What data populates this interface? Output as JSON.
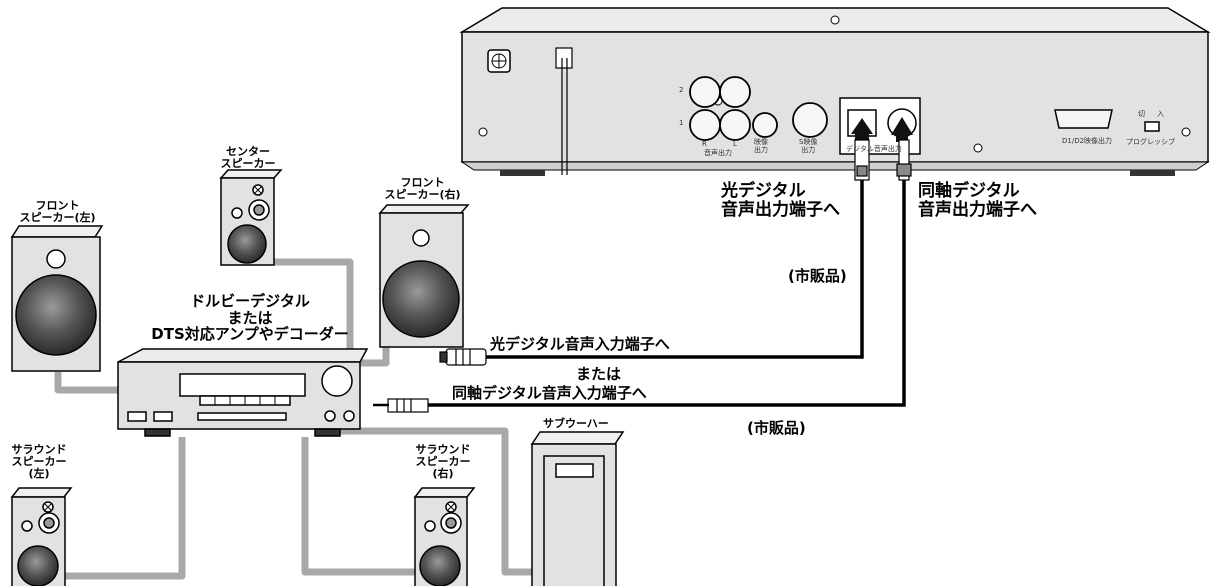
{
  "player": {
    "jacks": {
      "audio_ch_1": "1",
      "audio_ch_2": "2",
      "audio_r": "R",
      "audio_l": "L",
      "audio_out": "音声出力",
      "video_out": [
        "映像",
        "出力"
      ],
      "s_video_out": [
        "S映像",
        "出力"
      ],
      "digital_out": "デジタル音声出力",
      "d1d2_out": "D1/D2映像出力",
      "progressive": "プログレッシブ",
      "switch_off": "切",
      "switch_on": "入"
    }
  },
  "labels": {
    "optical_output": [
      "光デジタル",
      "音声出力端子へ"
    ],
    "coaxial_output": [
      "同軸デジタル",
      "音声出力端子へ"
    ],
    "retail_cable_top": "(市販品)",
    "retail_cable_bottom": "(市販品)",
    "optical_input": "光デジタル音声入力端子へ",
    "or_text": "または",
    "coaxial_input": "同軸デジタル音声入力端子へ",
    "amp": [
      "ドルビーデジタル",
      "または",
      "DTS対応アンプやデコーダー"
    ]
  },
  "speakers": {
    "center": [
      "センター",
      "スピーカー"
    ],
    "front_left": [
      "フロント",
      "スピーカー(左)"
    ],
    "front_right": [
      "フロント",
      "スピーカー(右)"
    ],
    "surround_left": [
      "サラウンド",
      "スピーカー",
      "(左)"
    ],
    "surround_right": [
      "サラウンド",
      "スピーカー",
      "(右)"
    ],
    "subwoofer": "サブウーハー"
  },
  "colors": {
    "cable_gray": "#a8a8a8",
    "device_gray": "#e2e2e2",
    "outline": "#000000"
  }
}
